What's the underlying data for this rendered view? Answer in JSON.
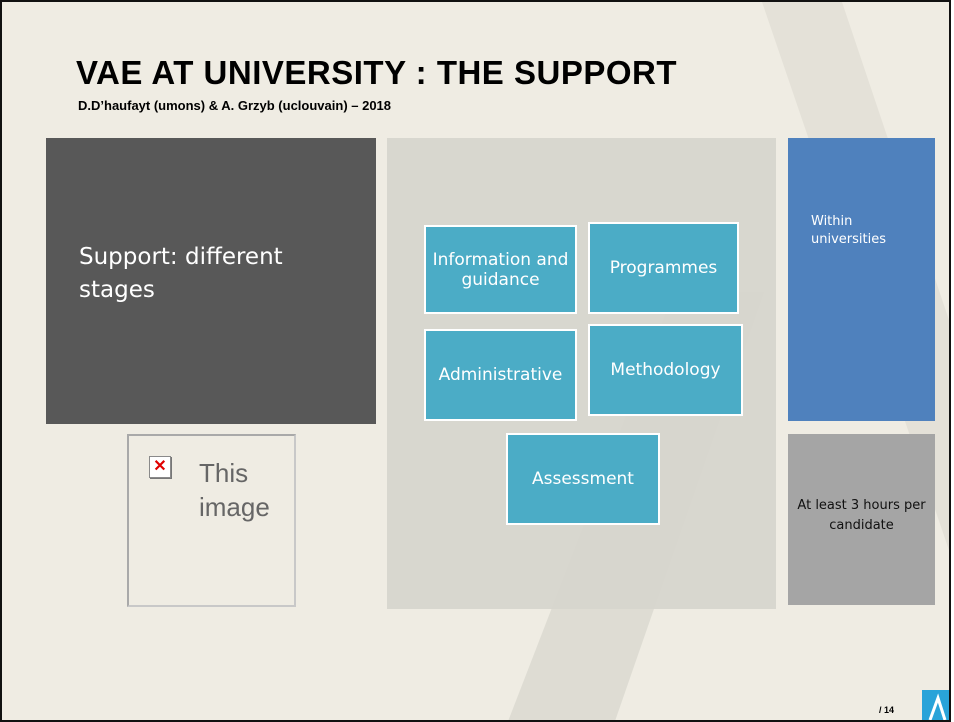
{
  "slide": {
    "title": "VAE AT UNIVERSITY :  THE SUPPORT",
    "subtitle": "D.D’haufayt (umons) & A. Grzyb (uclouvain) – 2018",
    "page_number": "/ 14"
  },
  "main_box": {
    "text": "Support: different stages"
  },
  "image_placeholder": {
    "text": "This image"
  },
  "stages": [
    {
      "label": "Information and guidance"
    },
    {
      "label": "Programmes"
    },
    {
      "label": "Administrative"
    },
    {
      "label": "Methodology"
    },
    {
      "label": "Assessment"
    }
  ],
  "side_boxes": {
    "within": "Within universities",
    "hours": "At least 3 hours per candidate"
  },
  "colors": {
    "background": "#efece3",
    "dark_box": "#585858",
    "panel": "#d6d5cd",
    "teal": "#4bacc6",
    "blue": "#4f81bd",
    "grey": "#a5a5a5",
    "logo": "#29a3d9"
  },
  "icons": {
    "broken_image": "broken-image-icon",
    "logo": "university-logo-icon"
  }
}
